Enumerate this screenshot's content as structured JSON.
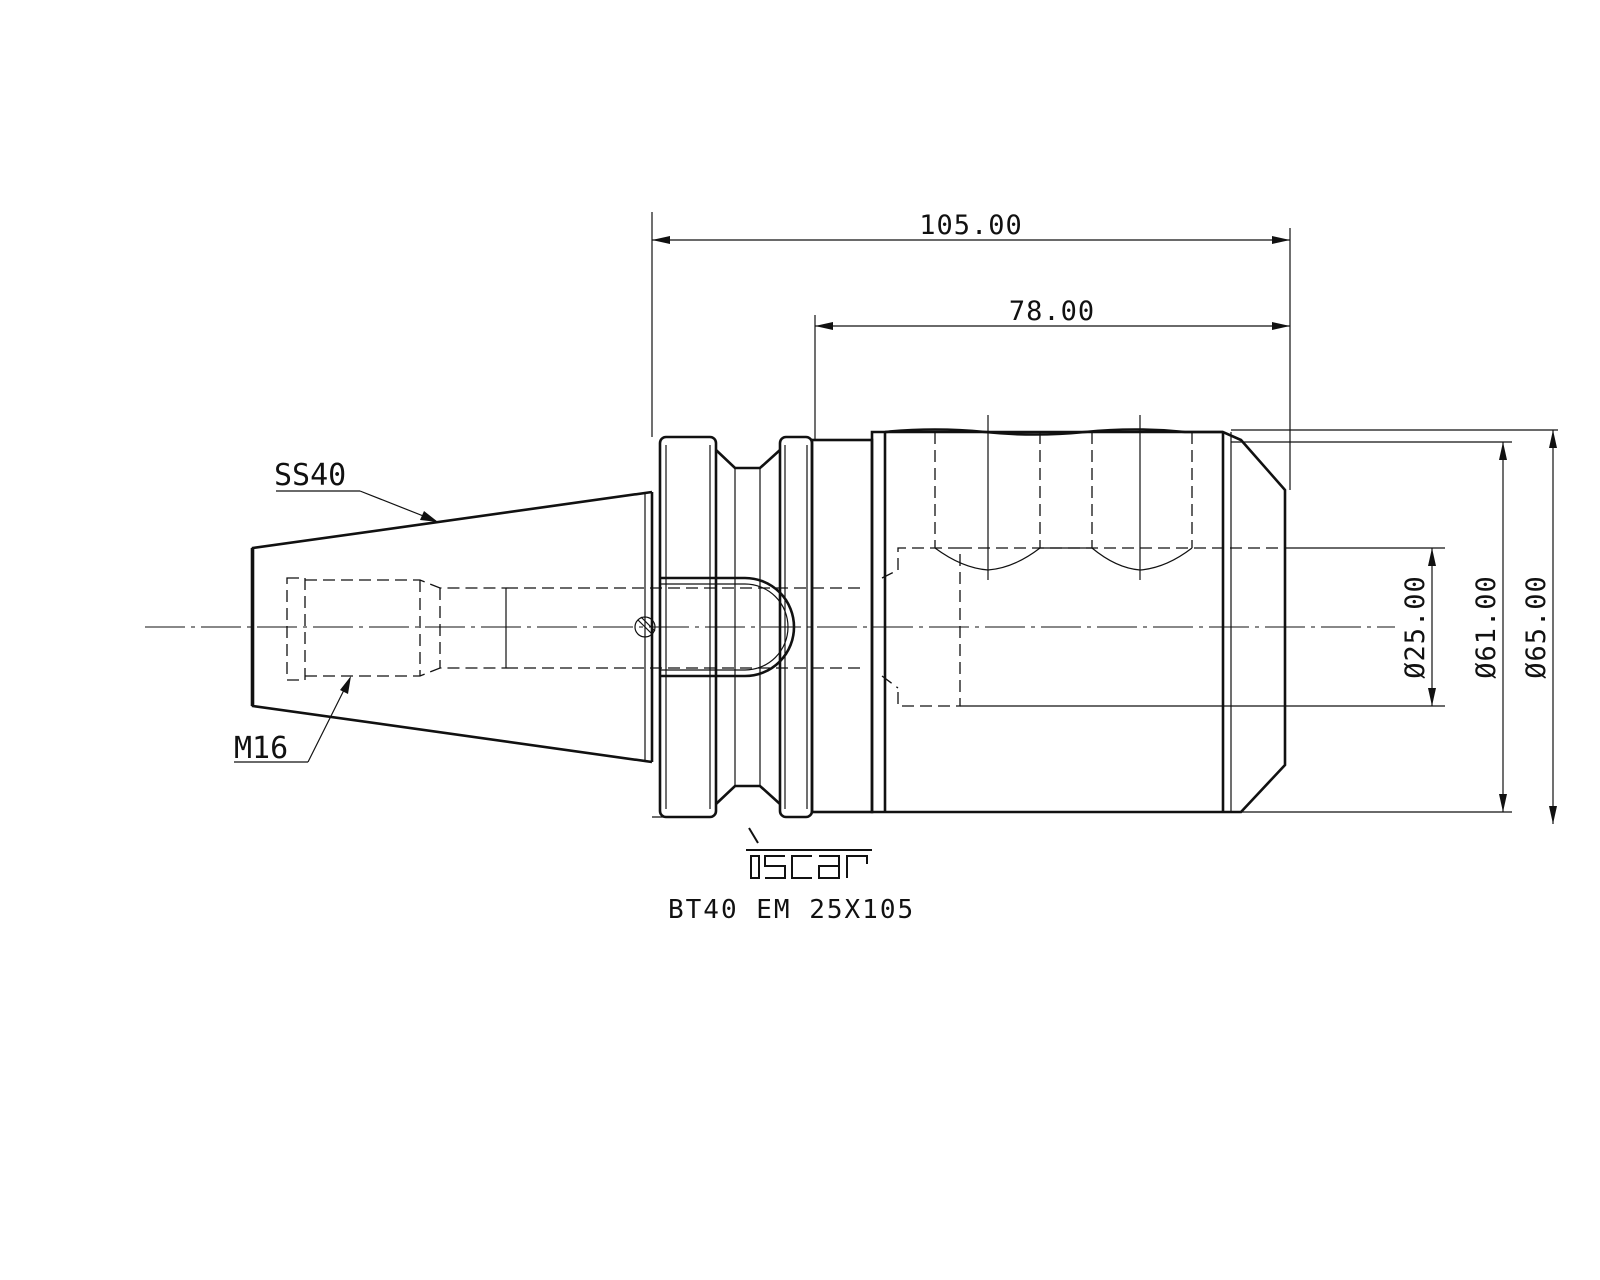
{
  "drawing": {
    "dimensions": {
      "overall_length": "105.00",
      "body_length": "78.00",
      "bore_diameter": "Ø25.00",
      "body_diameter": "Ø61.00",
      "flange_diameter": "Ø65.00"
    },
    "labels": {
      "taper": "SS40",
      "thread": "M16"
    },
    "logo": {
      "brand": "iscar"
    },
    "part_number": "BT40 EM 25X105"
  }
}
